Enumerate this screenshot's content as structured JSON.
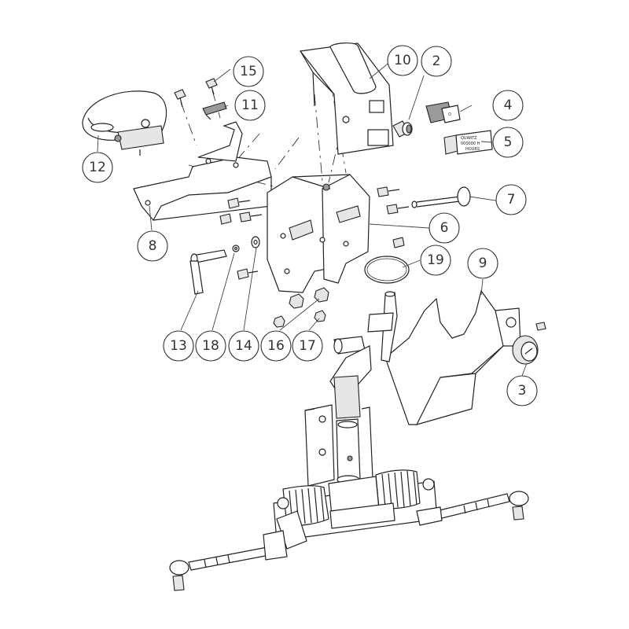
{
  "diagram": {
    "callouts": [
      {
        "id": "c2",
        "label": "2"
      },
      {
        "id": "c3",
        "label": "3"
      },
      {
        "id": "c4",
        "label": "4"
      },
      {
        "id": "c5",
        "label": "5"
      },
      {
        "id": "c6",
        "label": "6"
      },
      {
        "id": "c7",
        "label": "7"
      },
      {
        "id": "c8",
        "label": "8"
      },
      {
        "id": "c9",
        "label": "9"
      },
      {
        "id": "c10",
        "label": "10"
      },
      {
        "id": "c11",
        "label": "11"
      },
      {
        "id": "c12",
        "label": "12"
      },
      {
        "id": "c13",
        "label": "13"
      },
      {
        "id": "c14",
        "label": "14"
      },
      {
        "id": "c15",
        "label": "15"
      },
      {
        "id": "c16",
        "label": "16"
      },
      {
        "id": "c17",
        "label": "17"
      },
      {
        "id": "c18",
        "label": "18"
      },
      {
        "id": "c19",
        "label": "19"
      }
    ],
    "part_markings": {
      "switch_4": "O",
      "meter_5_line1": "QUARTZ",
      "meter_5_line2": "000000 H",
      "meter_5_line3": "HOURS"
    }
  }
}
